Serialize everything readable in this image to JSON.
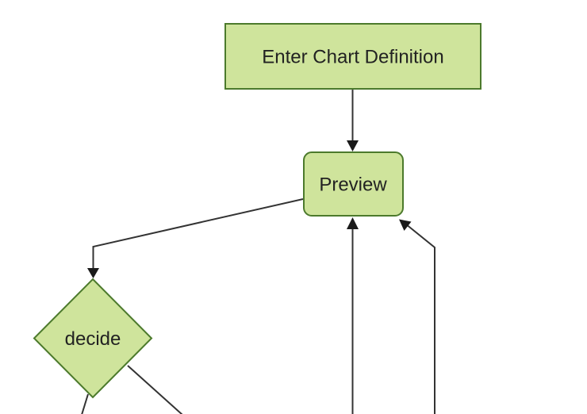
{
  "diagram": {
    "type": "flowchart",
    "direction": "top-down",
    "nodes": [
      {
        "id": "enter-chart-definition",
        "label": "Enter Chart Definition",
        "shape": "rectangle"
      },
      {
        "id": "preview",
        "label": "Preview",
        "shape": "rounded-rectangle"
      },
      {
        "id": "decide",
        "label": "decide",
        "shape": "diamond"
      }
    ],
    "edges": [
      {
        "from": "enter-chart-definition",
        "to": "preview",
        "arrow": true
      },
      {
        "from": "preview",
        "to": "decide",
        "arrow": true
      },
      {
        "from": "decide",
        "to": "offscreen-bottom-left",
        "arrow": false,
        "note": "runs off bottom edge"
      },
      {
        "from": "decide",
        "to": "offscreen-bottom-right",
        "arrow": false,
        "note": "runs off bottom edge"
      },
      {
        "from": "offscreen-bottom-center",
        "to": "preview",
        "arrow": true,
        "note": "vertical line from bottom edge into Preview bottom"
      },
      {
        "from": "offscreen-bottom-right",
        "to": "preview",
        "arrow": true,
        "note": "vertical line from bottom edge bending into Preview bottom-right corner"
      }
    ]
  },
  "colors": {
    "node_fill": "#cfe49c",
    "node_stroke": "#4c7a2c",
    "edge_color": "#333333",
    "arrow_color": "#1a1a1a",
    "text_color": "#222222",
    "background": "#ffffff"
  }
}
